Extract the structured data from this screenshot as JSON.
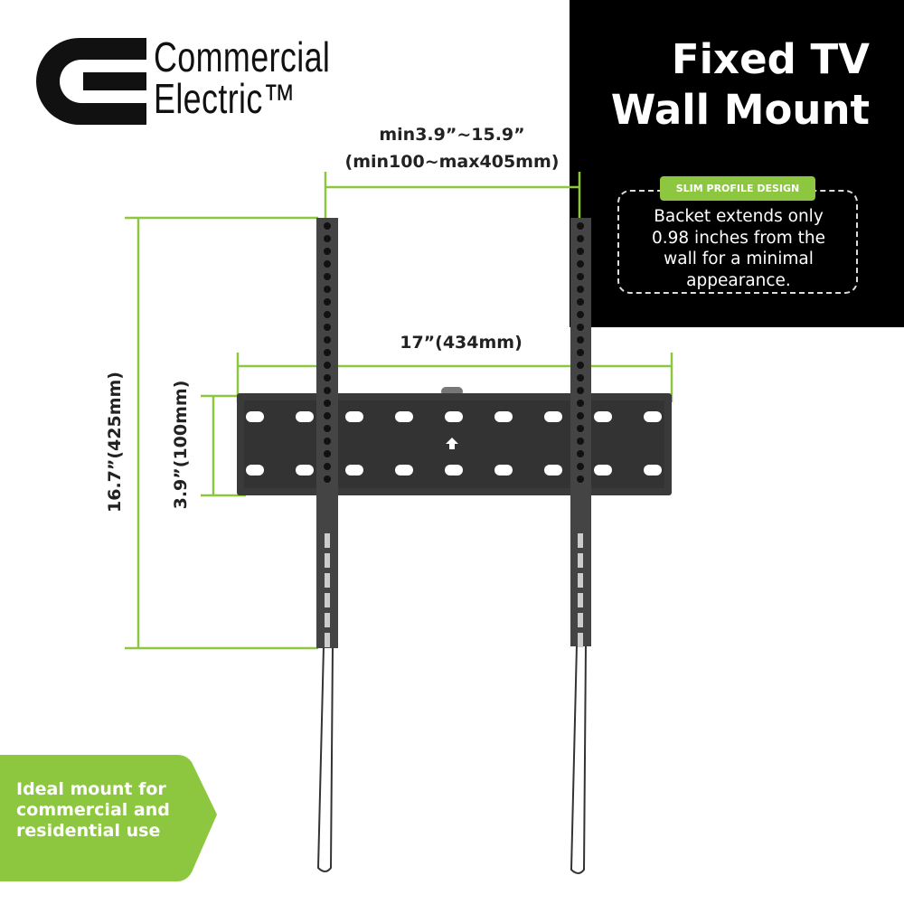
{
  "brand": {
    "name_line1": "Commercial",
    "name_line2": "Electric™"
  },
  "panel": {
    "title_line1": "Fixed TV",
    "title_line2": "Wall Mount",
    "badge": "SLIM PROFILE DESIGN",
    "description_lines": [
      "Backet extends only",
      "0.98 inches from the",
      "wall for a minimal",
      "appearance."
    ]
  },
  "dimensions": {
    "rail_spacing_in": "min3.9”~15.9”",
    "rail_spacing_mm": "(min100~max405mm)",
    "plate_width": "17”(434mm)",
    "rail_height": "16.7”(425mm)",
    "plate_height": "3.9”(100mm)"
  },
  "callout": {
    "lines": [
      "Ideal mount for",
      "commercial and",
      "residential use"
    ]
  },
  "colors": {
    "accent": "#8dc63f",
    "panel": "#000000",
    "mount": "#3a3a3a"
  }
}
